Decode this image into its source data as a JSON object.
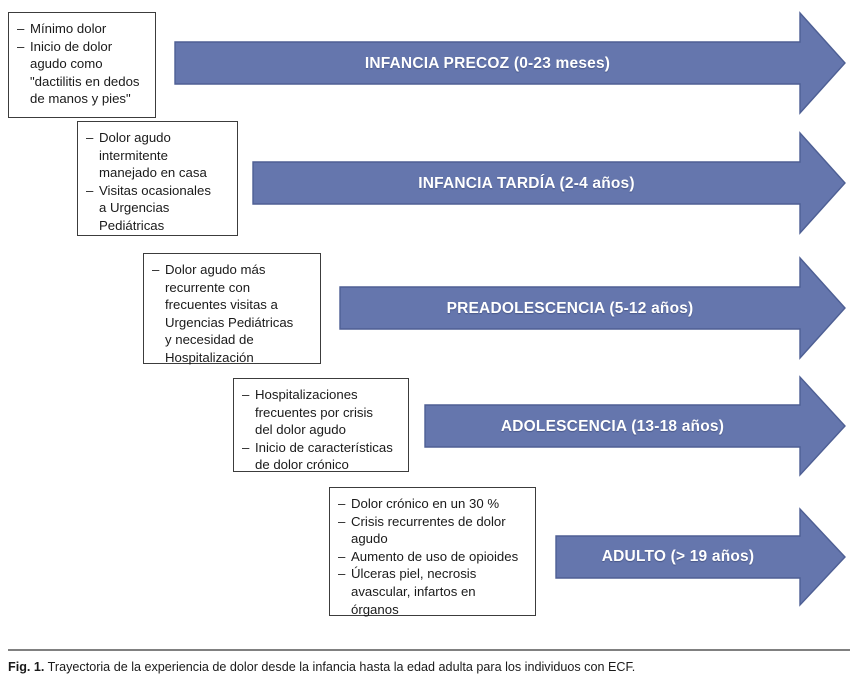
{
  "figure": {
    "accent_color": "#6576ad",
    "accent_border_color": "#4e5f94",
    "box_border_color": "#3c3c3c",
    "label_text_color": "#ffffff",
    "stages": [
      {
        "id": "infancia-precoz",
        "label": "INFANCIA PRECOZ (0-23 meses)",
        "notes": [
          "Mínimo dolor",
          "Inicio de dolor\nagudo como\n\"dactilitis en dedos\nde manos y pies\""
        ]
      },
      {
        "id": "infancia-tardia",
        "label": "INFANCIA TARDÍA (2-4 años)",
        "notes": [
          "Dolor agudo\nintermitente\nmanejado en casa",
          "Visitas ocasionales\na Urgencias\nPediátricas"
        ]
      },
      {
        "id": "preadolescencia",
        "label": "PREADOLESCENCIA (5-12 años)",
        "notes": [
          "Dolor agudo más\nrecurrente con\nfrecuentes visitas a\nUrgencias Pediátricas\ny necesidad de\nHospitalización"
        ]
      },
      {
        "id": "adolescencia",
        "label": "ADOLESCENCIA (13-18 años)",
        "notes": [
          "Hospitalizaciones\nfrecuentes por crisis\ndel dolor agudo",
          "Inicio de características\nde dolor crónico"
        ]
      },
      {
        "id": "adulto",
        "label": "ADULTO (> 19 años)",
        "notes": [
          "Dolor crónico en un 30 %",
          "Crisis recurrentes de dolor\nagudo",
          "Aumento de uso de opioides",
          "Úlceras piel, necrosis\navascular, infartos en\nórganos"
        ]
      }
    ]
  },
  "caption": {
    "label": "Fig. 1.",
    "text": "Trayectoria de la experiencia de dolor desde la infancia hasta la edad adulta para los individuos con ECF."
  }
}
